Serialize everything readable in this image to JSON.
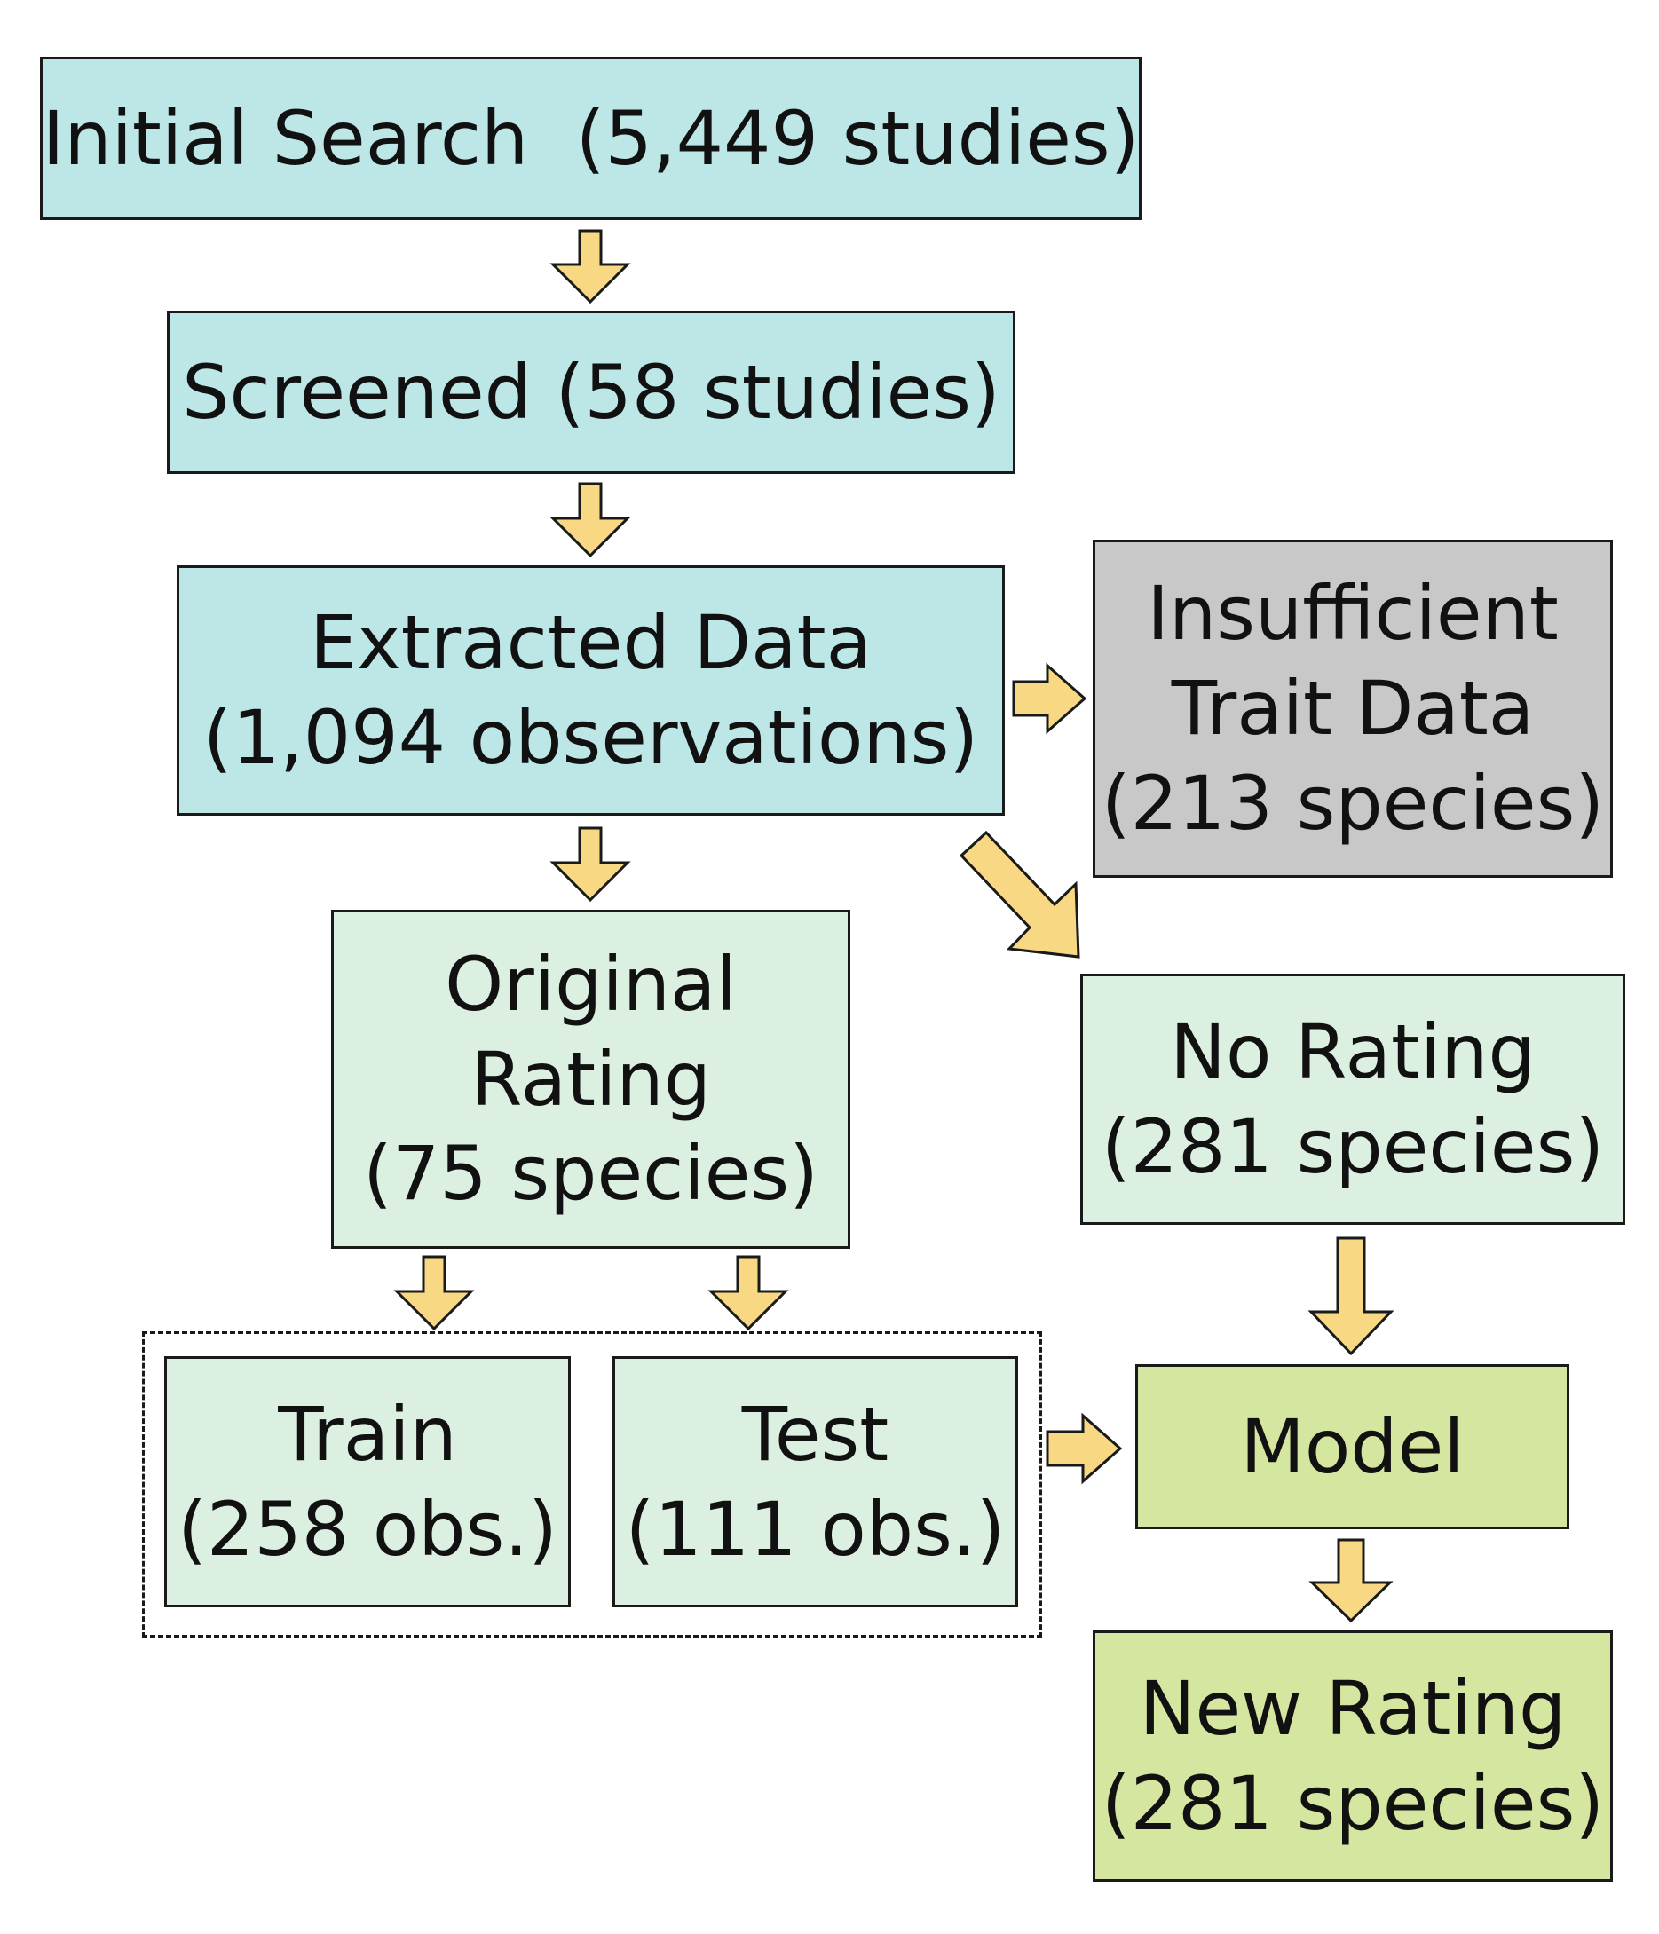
{
  "nodes": {
    "initial_search": {
      "lines": [
        "Initial Search  (5,449 studies)"
      ]
    },
    "screened": {
      "lines": [
        "Screened (58 studies)"
      ]
    },
    "extracted_data": {
      "lines": [
        "Extracted Data",
        "(1,094 observations)"
      ]
    },
    "insufficient_trait_data": {
      "lines": [
        "Insufficient",
        "Trait Data",
        "(213 species)"
      ]
    },
    "original_rating": {
      "lines": [
        "Original",
        "Rating",
        "(75 species)"
      ]
    },
    "no_rating": {
      "lines": [
        "No Rating",
        "(281 species)"
      ]
    },
    "train": {
      "lines": [
        "Train",
        "(258 obs.)"
      ]
    },
    "test": {
      "lines": [
        "Test",
        "(111 obs.)"
      ]
    },
    "model": {
      "lines": [
        "Model"
      ]
    },
    "new_rating": {
      "lines": [
        "New Rating",
        "(281 species)"
      ]
    }
  },
  "edges": [
    {
      "from": "initial_search",
      "to": "screened"
    },
    {
      "from": "screened",
      "to": "extracted_data"
    },
    {
      "from": "extracted_data",
      "to": "insufficient_trait_data"
    },
    {
      "from": "extracted_data",
      "to": "original_rating"
    },
    {
      "from": "extracted_data",
      "to": "no_rating"
    },
    {
      "from": "original_rating",
      "to": "train"
    },
    {
      "from": "original_rating",
      "to": "test"
    },
    {
      "from": "train_test_group",
      "to": "model"
    },
    {
      "from": "no_rating",
      "to": "model"
    },
    {
      "from": "model",
      "to": "new_rating"
    }
  ],
  "colors": {
    "teal": "#bde6e6",
    "gray": "#c8c8c8",
    "mint": "#dcf0e2",
    "lime": "#d4e6a0",
    "arrow_fill": "#f8d882",
    "outline": "#1a1a1a"
  }
}
